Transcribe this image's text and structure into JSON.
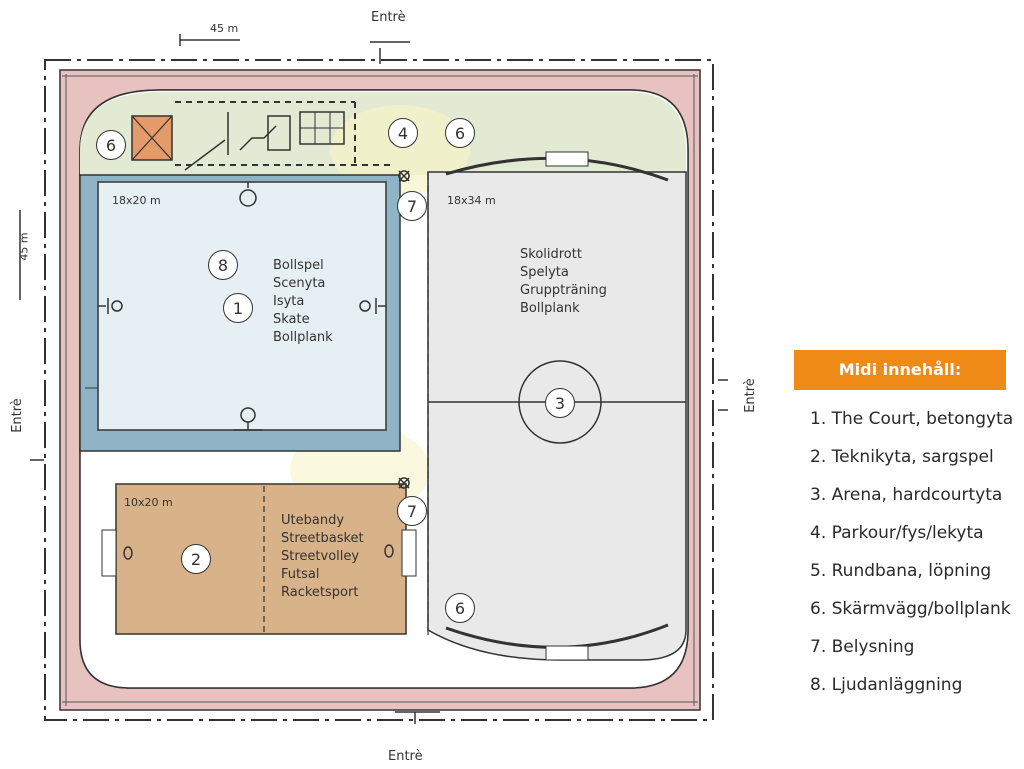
{
  "site": {
    "dimension_top": "45 m",
    "dimension_left": "45 m",
    "entrances": {
      "top": "Entrè",
      "bottom": "Entrè",
      "left": "Entrè",
      "right": "Entrè"
    }
  },
  "zones": {
    "court": {
      "number": "1",
      "size": "18x20 m",
      "sound_marker": "8",
      "activities": [
        "Bollspel",
        "Scenyta",
        "Isyta",
        "Skate",
        "Bollplank"
      ]
    },
    "technique": {
      "number": "2",
      "size": "10x20 m",
      "activities": [
        "Utebandy",
        "Streetbasket",
        "Streetvolley",
        "Futsal",
        "Racketsport"
      ]
    },
    "arena": {
      "number": "3",
      "size": "18x34 m",
      "activities": [
        "Skolidrott",
        "Spelyta",
        "Gruppträning",
        "Bollplank"
      ]
    },
    "markers": {
      "parkour": "4",
      "screen_wall": "6",
      "lighting": "7"
    }
  },
  "legend": {
    "title": "Midi innehåll:",
    "items": [
      "1. The Court, betongyta",
      "2. Teknikyta, sargspel",
      "3. Arena, hardcourtyta",
      "4. Parkour/fys/lekyta",
      "5. Rundbana, löpning",
      "6. Skärmvägg/bollplank",
      "7. Belysning",
      "8. Ljudanläggning"
    ]
  },
  "colors": {
    "track": "#e7c2c0",
    "court_blue": "#8fb4c6",
    "court_fill": "#e6eff4",
    "technique": "#d8b288",
    "arena": "#e9e9e9",
    "parkour_green": "#e2ead3",
    "accent_orange": "#ef8a17"
  }
}
